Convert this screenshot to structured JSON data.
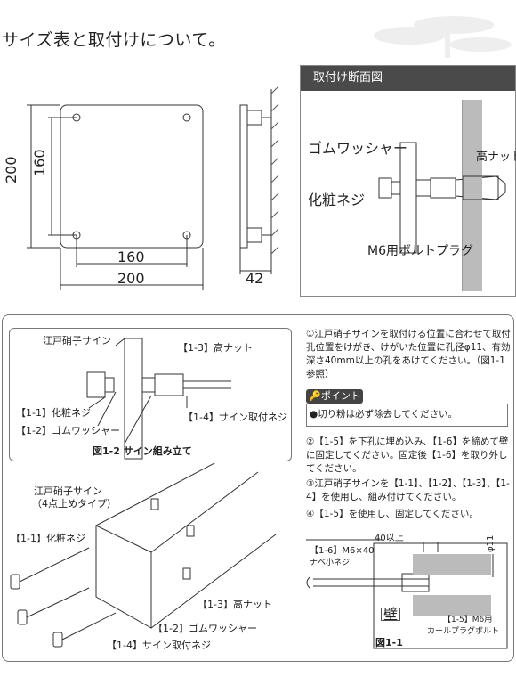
{
  "header": {
    "title": "サイズ表と取付けについて。"
  },
  "size_diagram": {
    "outer_height": "200",
    "hole_height": "160",
    "hole_width": "160",
    "outer_width": "200",
    "depth": "42"
  },
  "section_panel": {
    "title": "取付け断面図",
    "rubber_washer": "ゴムワッシャー",
    "cap_screw": "化粧ネジ",
    "tall_nut": "高ナット",
    "anchor": "M6用ボルトプラグ"
  },
  "assembly": {
    "sign_label": "江戸硝子サイン",
    "tall_nut": "【1-3】高ナット",
    "cap_screw": "【1-1】化粧ネジ",
    "washer": "【1-2】ゴムワッシャー",
    "mount_screw": "【1-4】サイン取付ネジ",
    "caption": "図1-2 サイン組み立て"
  },
  "exploded": {
    "sign_label_line1": "江戸硝子サイン",
    "sign_label_line2": "（4点止めタイプ）",
    "cap_screw": "【1-1】化粧ネジ",
    "tall_nut": "【1-3】高ナット",
    "washer": "【1-2】ゴムワッシャー",
    "mount_screw": "【1-4】サイン取付ネジ"
  },
  "instructions": {
    "step1": "①江戸硝子サインを取付ける位置に合わせて取付孔位置をけがき、けがいた位置に孔径φ11、有効深さ40mm以上の孔をあけてください。（図1-1参照）",
    "point_label": "ポイント",
    "point_text": "●切り粉は必ず除去してください。",
    "step2": "②【1-5】を下孔に埋め込み、【1-6】を締めて壁に固定してください。固定後【1-6】を取り外してください。",
    "step3": "③江戸硝子サインを【1-1】、【1-2】、【1-3】、【1-4】を使用し、組み付けてください。",
    "step4": "④【1-5】を使用し、固定してください。"
  },
  "fig11": {
    "screw_label": "【1-6】M6×40",
    "screw_sub": "ナベ小ネジ",
    "depth": "40以上",
    "dia": "φ11",
    "wall": "壁",
    "bolt_line1": "【1-5】M6用",
    "bolt_line2": "カールプラグボルト",
    "caption": "図1-1"
  }
}
